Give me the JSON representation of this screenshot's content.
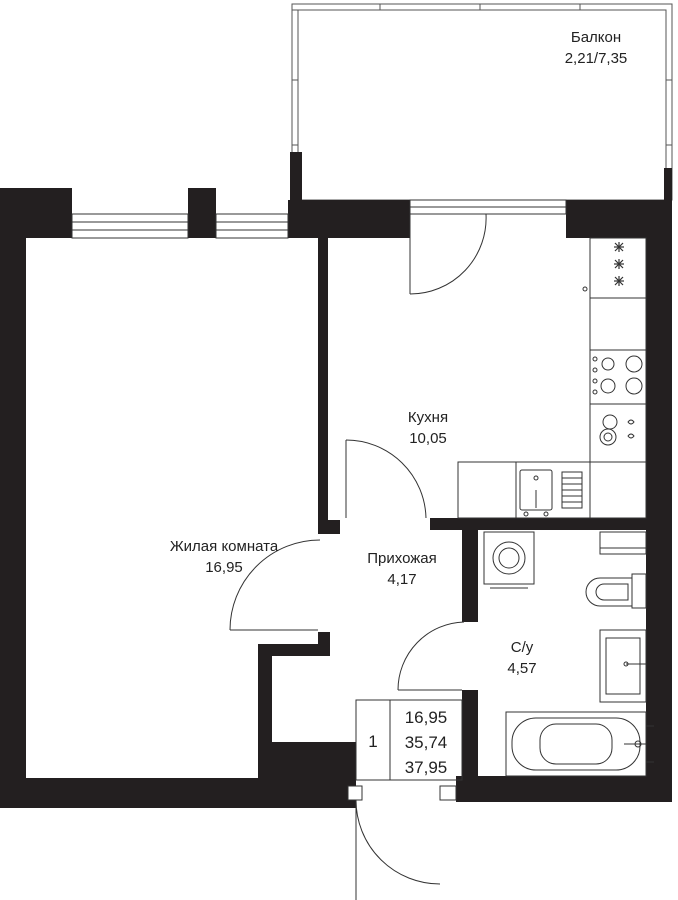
{
  "rooms": {
    "balcony": {
      "name": "Балкон",
      "area": "2,21/7,35"
    },
    "kitchen": {
      "name": "Кухня",
      "area": "10,05"
    },
    "living_room": {
      "name": "Жилая комната",
      "area": "16,95"
    },
    "hallway": {
      "name": "Прихожая",
      "area": "4,17"
    },
    "bathroom": {
      "name": "С/у",
      "area": "4,57"
    }
  },
  "summary": {
    "rooms_count": "1",
    "living_area": "16,95",
    "total_area": "35,74",
    "total_with_balcony": "37,95"
  },
  "colors": {
    "wall": "#231f20",
    "line": "#333333",
    "background": "#ffffff"
  }
}
